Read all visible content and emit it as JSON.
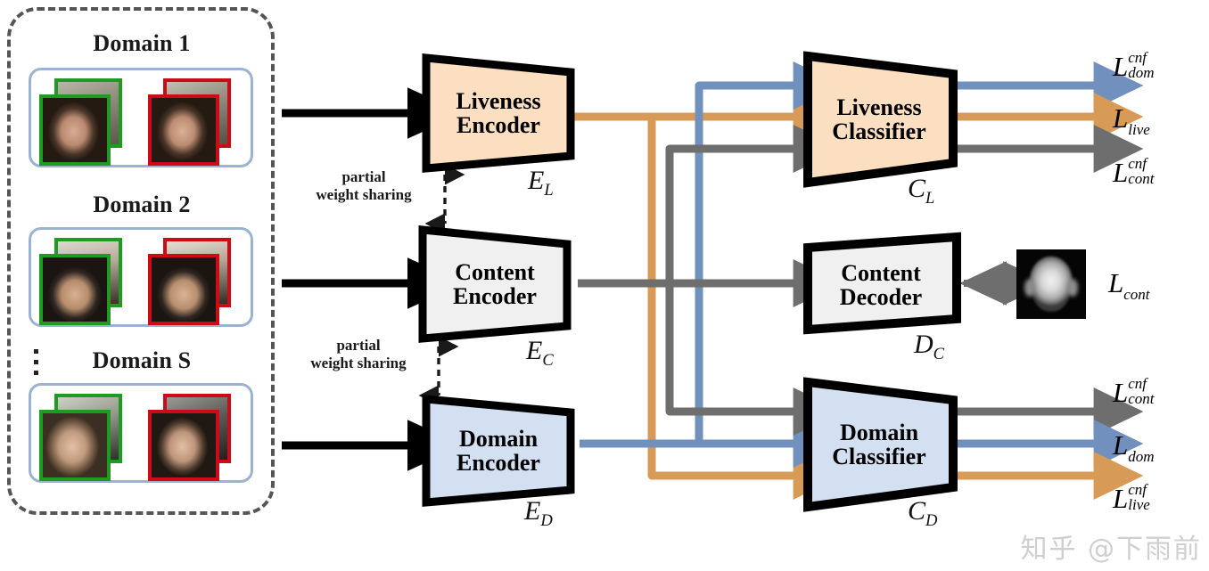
{
  "figure": {
    "title": "Shuffled Style Assembly Network style disentanglement framework",
    "colors": {
      "liveness": "#fbdfc0",
      "content": "#f0f0f0",
      "domain": "#d3e0f2",
      "orange_line": "#d89b57",
      "blue_line": "#7190be",
      "gray_line": "#6e6e6e",
      "black_line": "#000000",
      "panel_border": "#9bb2d0",
      "dashed_border": "#555555",
      "green_box": "#1d9b22",
      "red_box": "#cc0b16"
    }
  },
  "input_group": {
    "name": "source-domains",
    "domains": [
      {
        "title": "Domain 1",
        "live_label": "live-faces",
        "spoof_label": "spoof-faces"
      },
      {
        "title": "Domain 2",
        "live_label": "live-faces",
        "spoof_label": "spoof-faces"
      },
      {
        "title": "Domain S",
        "live_label": "live-faces",
        "spoof_label": "spoof-faces"
      }
    ],
    "ellipsis": "vertical-dots"
  },
  "encoders": [
    {
      "line1": "Liveness",
      "line2": "Encoder",
      "symbol": "E",
      "sub": "L",
      "fill": "#fbdfc0"
    },
    {
      "line1": "Content",
      "line2": "Encoder",
      "symbol": "E",
      "sub": "C",
      "fill": "#f0f0f0"
    },
    {
      "line1": "Domain",
      "line2": "Encoder",
      "symbol": "E",
      "sub": "D",
      "fill": "#d3e0f2"
    }
  ],
  "sharing_labels": [
    {
      "line1": "partial",
      "line2": "weight sharing"
    },
    {
      "line1": "partial",
      "line2": "weight sharing"
    }
  ],
  "heads": [
    {
      "line1": "Liveness",
      "line2": "Classifier",
      "symbol": "C",
      "sub": "L",
      "fill": "#fbdfc0"
    },
    {
      "line1": "Content",
      "line2": "Decoder",
      "symbol": "D",
      "sub": "C",
      "fill": "#f0f0f0"
    },
    {
      "line1": "Domain",
      "line2": "Classifier",
      "symbol": "C",
      "sub": "D",
      "fill": "#d3e0f2"
    }
  ],
  "depth_map": {
    "name": "pseudo-depth-map",
    "alt": "estimated facial depth map"
  },
  "losses": [
    {
      "base": "L",
      "sup": "cnf",
      "sub": "dom",
      "color": "#7190be",
      "group": "liveness-classifier"
    },
    {
      "base": "L",
      "sup": "",
      "sub": "live",
      "color": "#d89b57",
      "group": "liveness-classifier"
    },
    {
      "base": "L",
      "sup": "cnf",
      "sub": "cont",
      "color": "#6e6e6e",
      "group": "liveness-classifier"
    },
    {
      "base": "L",
      "sup": "",
      "sub": "cont",
      "color": "#6e6e6e",
      "group": "content-decoder"
    },
    {
      "base": "L",
      "sup": "cnf",
      "sub": "cont",
      "color": "#6e6e6e",
      "group": "domain-classifier"
    },
    {
      "base": "L",
      "sup": "",
      "sub": "dom",
      "color": "#7190be",
      "group": "domain-classifier"
    },
    {
      "base": "L",
      "sup": "cnf",
      "sub": "live",
      "color": "#d89b57",
      "group": "domain-classifier"
    }
  ],
  "watermark": {
    "text": "知乎 @下雨前"
  }
}
